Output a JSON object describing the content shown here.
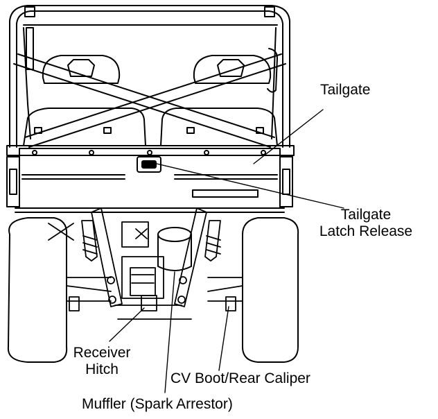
{
  "labels": {
    "tailgate": "Tailgate",
    "latch_line1": "Tailgate",
    "latch_line2": "Latch Release",
    "hitch_line1": "Receiver",
    "hitch_line2": "Hitch",
    "cv_boot": "CV Boot/Rear Caliper",
    "muffler": "Muffler (Spark Arrestor)"
  },
  "colors": {
    "line": "#000000",
    "background": "#ffffff"
  }
}
